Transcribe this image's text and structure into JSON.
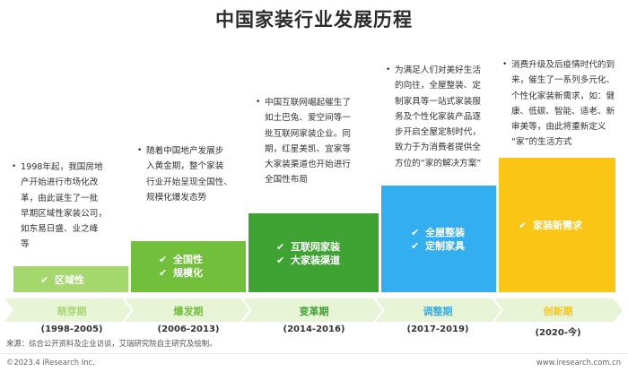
{
  "title": "中国家装行业发展历程",
  "colors": {
    "stage1": "#a5d86c",
    "stage2": "#72bf3c",
    "stage3": "#3ea332",
    "stage4": "#33aef0",
    "stage5": "#fbc516",
    "arrow_fill": "#e7f4d6"
  },
  "stages": [
    {
      "phase": "萌芽期",
      "years": "(1998-2005)",
      "labels": [
        "区域性"
      ],
      "description": "1998年起，我国房地\n产开始进行市场化改\n革，由此诞生了一批\n早期区域性家装公司，\n如东易日盛、业之峰\n等"
    },
    {
      "phase": "爆发期",
      "years": "(2006-2013)",
      "labels": [
        "全国性",
        "规模化"
      ],
      "description": "随着中国地产发展步\n入黄金期，整个家装\n行业开始呈现全国性、\n规模化爆发态势"
    },
    {
      "phase": "变革期",
      "years": "(2014-2016)",
      "labels": [
        "互联网家装",
        "大家装渠道"
      ],
      "description": "中国互联网崛起催生了\n如土巴兔、爱空间等一\n批互联网家装企业。同\n期，红星美凯、宜家等\n大家装渠道也开始进行\n全国性布局"
    },
    {
      "phase": "调整期",
      "years": "(2017-2019)",
      "labels": [
        "全屋整装",
        "定制家具"
      ],
      "description": "为满足人们对美好生活\n的向往，全屋整装、定\n制家具等一站式家装服\n务及个性化家装产品逐\n步开启全屋定制时代，\n致力于为消费者提供全\n方位的“家的解决方案”"
    },
    {
      "phase": "创新期",
      "years": "(2020-今)",
      "labels": [
        "家装新需求"
      ],
      "description": "消费升级及后疫情时代的到\n来，催生了一系列多元化、\n个性化家装新需求，如：健\n康、低碳、智能、适老、新\n审美等，由此将重新定义\n“家”的生活方式"
    }
  ],
  "source": "来源：综合公开资料及企业访谈，艾瑞研究院自主研究及绘制。",
  "copyright": "©2023.4 iResearch Inc.",
  "website": "www.iresearch.com.cn"
}
